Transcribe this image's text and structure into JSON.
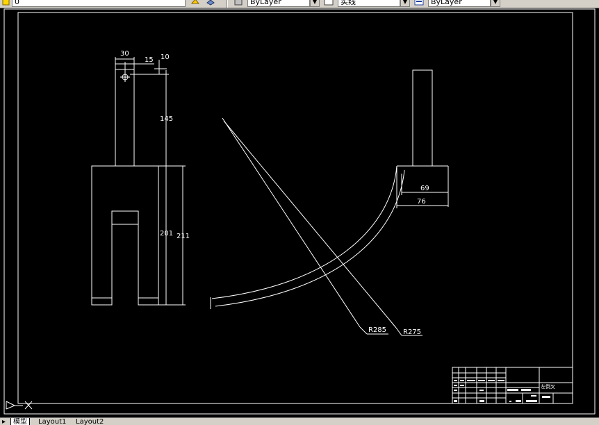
{
  "toolbar": {
    "layer_value": "0",
    "box2_value": "ByLayer",
    "box3_value": "实线",
    "box4_value": "ByLayer"
  },
  "drawing": {
    "dimensions": {
      "d30": "30",
      "d15": "15",
      "d10": "10",
      "d145": "145",
      "d201": "201",
      "d211": "211",
      "d69": "69",
      "d76": "76",
      "r285": "R285",
      "r275": "R275"
    },
    "title_block": {
      "name": "左倒叉"
    },
    "colors": {
      "background": "#000000",
      "lines": "#ffffff"
    }
  },
  "tabs": {
    "model": "模型",
    "layout1": "Layout1",
    "layout2": "Layout2"
  }
}
